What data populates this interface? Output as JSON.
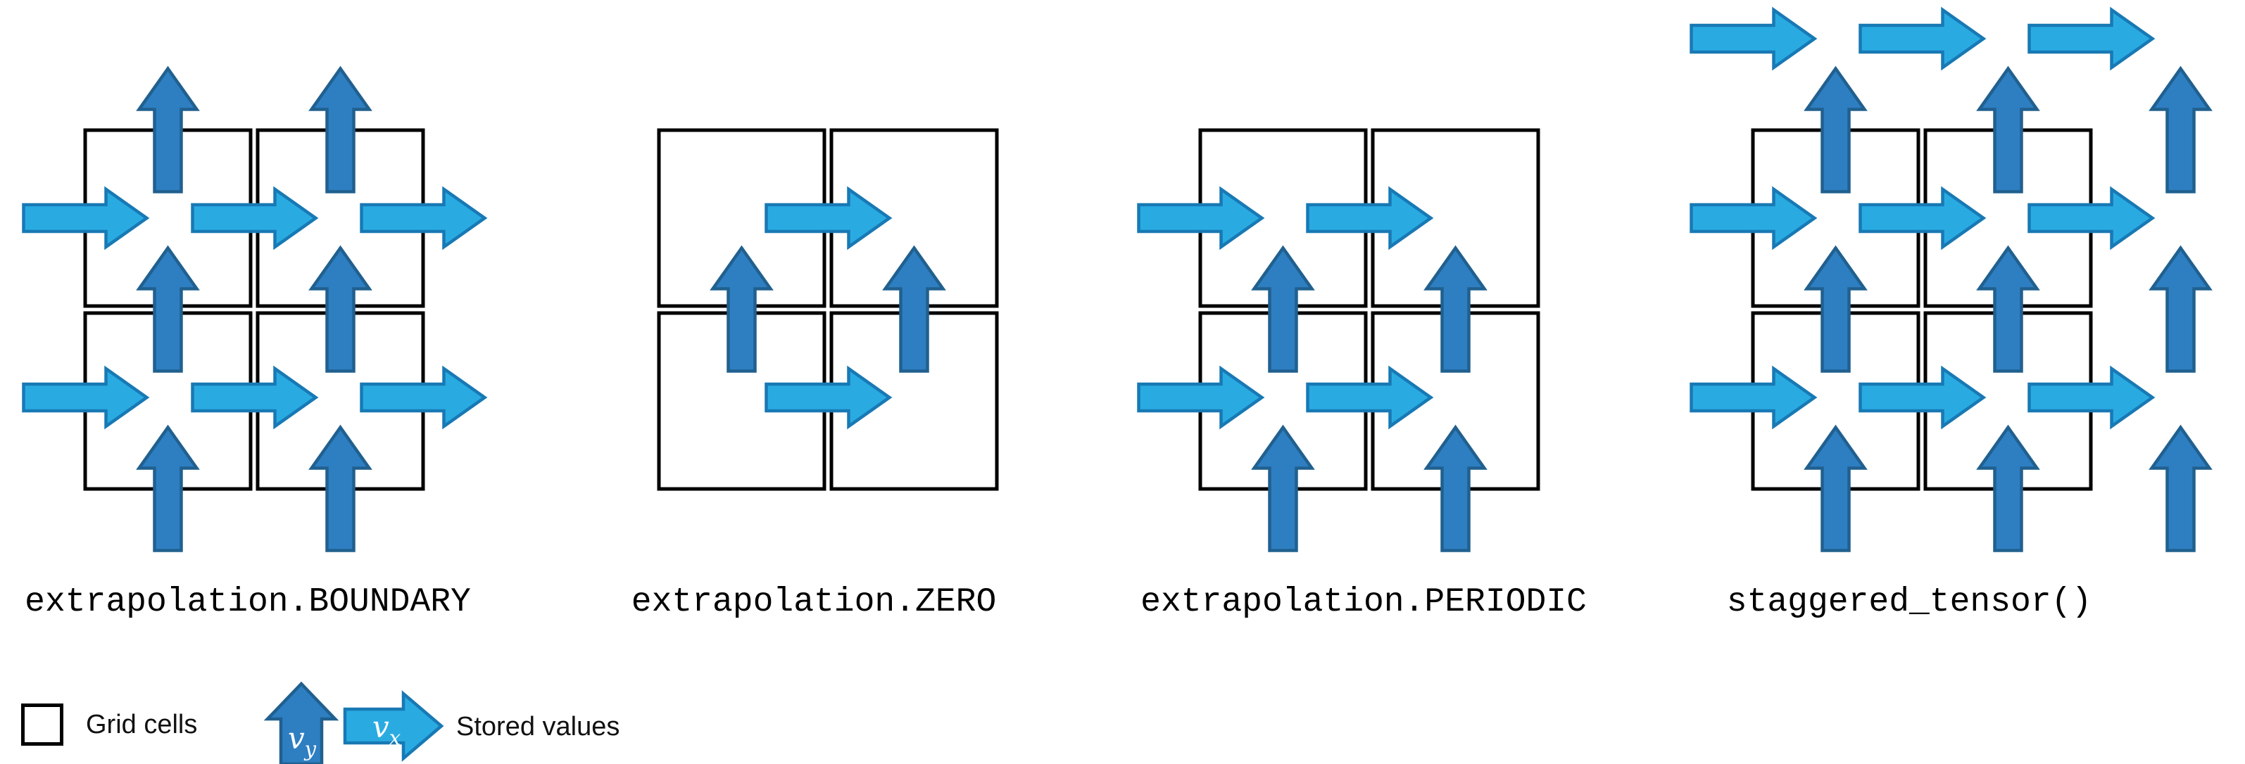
{
  "figure": {
    "description": "Staggered grid stored-value layouts for different extrapolation modes",
    "background": "#ffffff"
  },
  "colors": {
    "grid_line": "#000000",
    "vx_fill": "#29abe2",
    "vx_stroke": "#1879b4",
    "vy_fill": "#2e7ec2",
    "vy_stroke": "#20608f",
    "text": "#000000",
    "label_text": "#ffffff"
  },
  "panels": [
    {
      "id": "boundary",
      "label": "extrapolation.BOUNDARY",
      "x_arrows": [
        [
          0,
          0
        ],
        [
          1,
          0
        ],
        [
          2,
          0
        ],
        [
          0,
          1
        ],
        [
          1,
          1
        ],
        [
          2,
          1
        ]
      ],
      "y_arrows": [
        [
          0,
          0
        ],
        [
          1,
          0
        ],
        [
          0,
          1
        ],
        [
          1,
          1
        ],
        [
          0,
          2
        ],
        [
          1,
          2
        ]
      ]
    },
    {
      "id": "zero",
      "label": "extrapolation.ZERO",
      "x_arrows": [
        [
          1,
          0
        ],
        [
          1,
          1
        ]
      ],
      "y_arrows": [
        [
          0,
          1
        ],
        [
          1,
          1
        ]
      ]
    },
    {
      "id": "periodic",
      "label": "extrapolation.PERIODIC",
      "x_arrows": [
        [
          0,
          0
        ],
        [
          1,
          0
        ],
        [
          0,
          1
        ],
        [
          1,
          1
        ]
      ],
      "y_arrows": [
        [
          0,
          1
        ],
        [
          1,
          1
        ],
        [
          0,
          2
        ],
        [
          1,
          2
        ]
      ]
    },
    {
      "id": "staggered_tensor",
      "label": "staggered_tensor()",
      "x_arrows": [
        [
          0,
          -1
        ],
        [
          1,
          -1
        ],
        [
          2,
          -1
        ],
        [
          0,
          0
        ],
        [
          1,
          0
        ],
        [
          2,
          0
        ],
        [
          0,
          1
        ],
        [
          1,
          1
        ],
        [
          2,
          1
        ]
      ],
      "y_arrows": [
        [
          0,
          0
        ],
        [
          1,
          0
        ],
        [
          2,
          0
        ],
        [
          0,
          1
        ],
        [
          1,
          1
        ],
        [
          2,
          1
        ],
        [
          0,
          2
        ],
        [
          1,
          2
        ],
        [
          2,
          2
        ]
      ]
    }
  ],
  "legend": {
    "grid_cells_label": "Grid cells",
    "stored_values_label": "Stored values",
    "vy_main": "v",
    "vy_sub": "y",
    "vx_main": "v",
    "vx_sub": "x"
  }
}
